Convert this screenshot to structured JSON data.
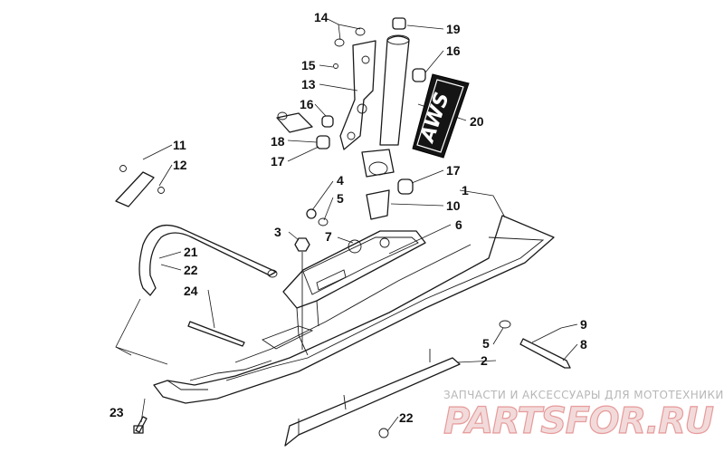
{
  "callouts": {
    "c1": "1",
    "c2": "2",
    "c3": "3",
    "c4": "4",
    "c5a": "5",
    "c5b": "5",
    "c6": "6",
    "c7": "7",
    "c8": "8",
    "c9": "9",
    "c10": "10",
    "c11": "11",
    "c12": "12",
    "c13": "13",
    "c14": "14",
    "c15": "15",
    "c16a": "16",
    "c16b": "16",
    "c17a": "17",
    "c17b": "17",
    "c18": "18",
    "c19": "19",
    "c20": "20",
    "c21": "21",
    "c22a": "22",
    "c22b": "22",
    "c23": "23",
    "c24": "24"
  },
  "decal": {
    "text": "AWS"
  },
  "watermark": {
    "subtitle": "ЗАПЧАСТИ И АКСЕССУАРЫ ДЛЯ МОТОТЕХНИКИ",
    "logo_text": "PARTSFOR.RU",
    "logo_color": "#d23a3a"
  }
}
